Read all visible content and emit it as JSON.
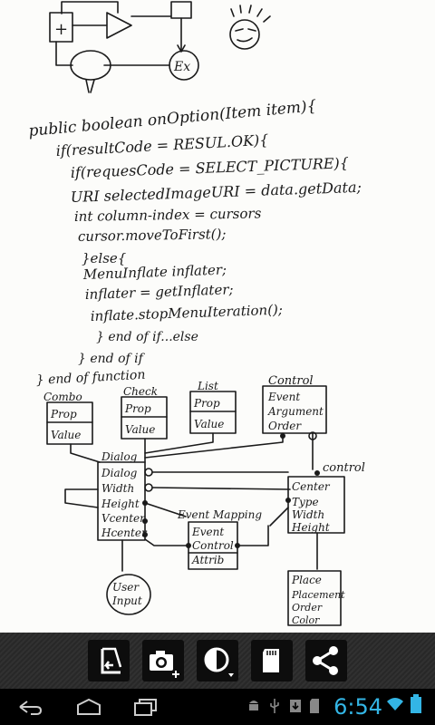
{
  "note": {
    "lines": [
      "public boolean onOption(Item item){",
      "if(resultCode = RESUL.OK){",
      "if(requesCode = SELECT_PICTURE){",
      "URI selectedImageURI = data.getData;",
      "int column-index = cursors",
      "cursor.moveToFirst();",
      "}else{",
      "MenuInflate inflater;",
      "inflater = getInflater;",
      "inflate.stopMenuIteration();",
      "} end of if...else",
      "} end of if",
      "} end of function"
    ],
    "diagram_labels": {
      "plus": "+",
      "ex": "Ex",
      "combo": "Combo",
      "check": "Check",
      "list": "List",
      "control_top": "Control",
      "prop": "Prop",
      "value": "Value",
      "event": "Event",
      "argument": "Argument",
      "order": "Order",
      "dialog": "Dialog",
      "dialog_fields": [
        "Dialog",
        "Width",
        "Height",
        "Vcenter",
        "Hcenter"
      ],
      "control_right": "control",
      "center": "Center",
      "center_fields": [
        "Type",
        "Width",
        "Height"
      ],
      "event_mapping": "Event Mapping",
      "event_mapping_fields": [
        "Event",
        "Control",
        "Attrib"
      ],
      "user_input": [
        "User",
        "Input"
      ],
      "place": "Place",
      "place_fields": [
        "Placement",
        "Order",
        "Color"
      ]
    }
  },
  "toolbar": {
    "buttons": [
      {
        "name": "crop-rotate-icon"
      },
      {
        "name": "camera-add-icon"
      },
      {
        "name": "contrast-icon"
      },
      {
        "name": "sd-card-icon"
      },
      {
        "name": "share-icon"
      }
    ]
  },
  "status": {
    "time": "6:54",
    "accent_color": "#33b5e5"
  }
}
